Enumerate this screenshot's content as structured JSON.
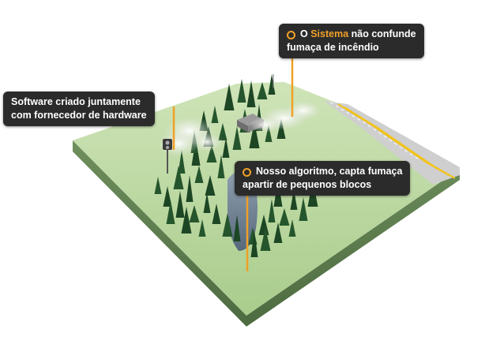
{
  "colors": {
    "accent": "#f0a027",
    "callout_bg": "#2b2b2b",
    "grass": "#b9d79d",
    "grass_dark": "#8fb47a",
    "road": "#c9c9c9",
    "road_line": "#f2c31a",
    "tree": "#1f4a26",
    "water": "#5d6f8a"
  },
  "callouts": {
    "top": {
      "line1_pre": "O ",
      "line1_word": "Sistema",
      "line1_post": " não confunde",
      "line2": "fumaça de incêndio"
    },
    "left": {
      "line1": "Software criado juntamente",
      "line2": "com fornecedor de hardware"
    },
    "mid": {
      "line1": "Nosso algoritmo, capta fumaça",
      "line2": "apartir de pequenos blocos"
    }
  }
}
